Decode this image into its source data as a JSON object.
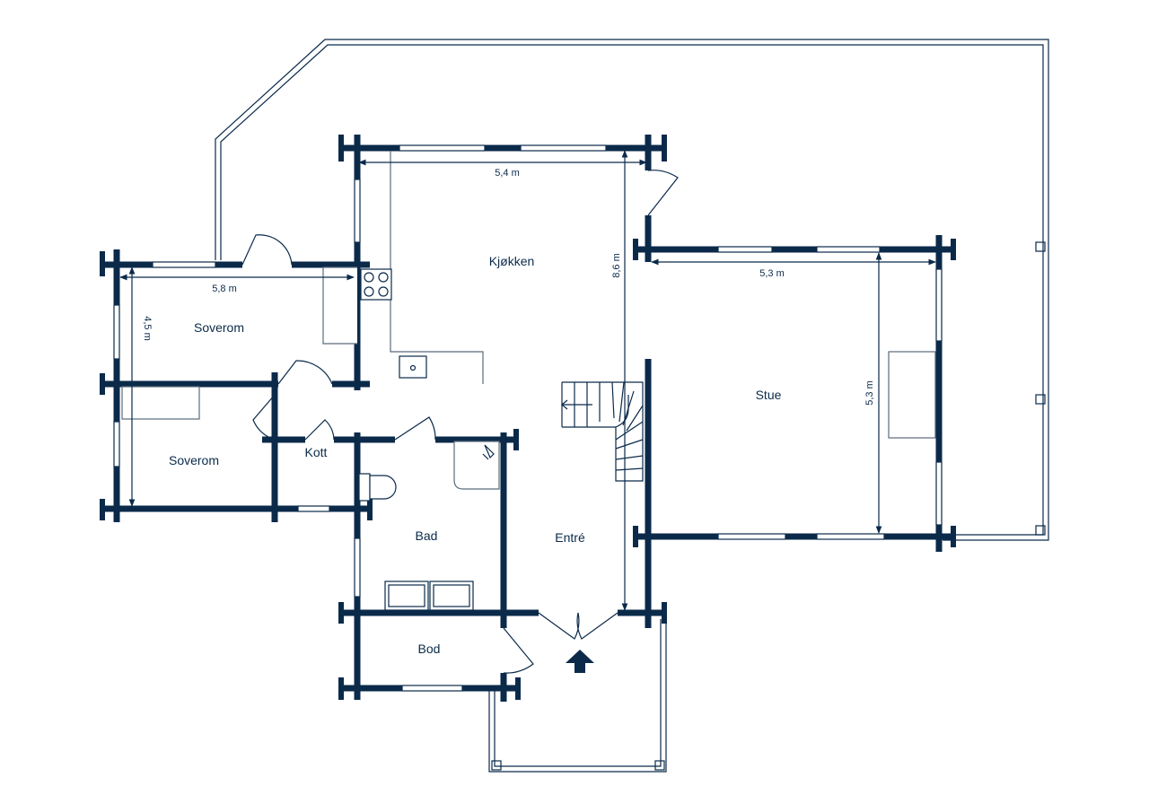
{
  "colors": {
    "wall": "#0b2a4a",
    "background": "#ffffff"
  },
  "rooms": {
    "kjokken": "Kjøkken",
    "stue": "Stue",
    "soverom_1": "Soverom",
    "soverom_2": "Soverom",
    "kott": "Kott",
    "bad": "Bad",
    "entre": "Entré",
    "bod": "Bod"
  },
  "dimensions": {
    "kitchen_width": "5,4 m",
    "kitchen_depth": "8,6 m",
    "living_width": "5,3 m",
    "living_depth": "5,3 m",
    "bedroom_width": "5,8 m",
    "bedroom_depth": "4,5 m"
  },
  "icons": {
    "entrance": "arrow-up-icon"
  }
}
